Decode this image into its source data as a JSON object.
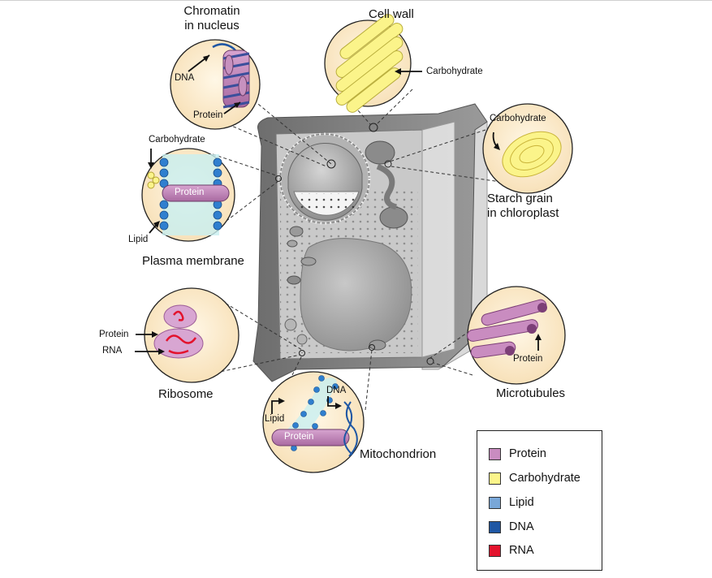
{
  "labels": {
    "chromatin_title": "Chromatin\nin nucleus",
    "chromatin_dna": "DNA",
    "chromatin_protein": "Protein",
    "cell_wall_title": "Cell wall",
    "cell_wall_carbohydrate": "Carbohydrate",
    "starch_carbohydrate": "Carbohydrate",
    "starch_title": "Starch grain\nin chloroplast",
    "pm_carbohydrate": "Carbohydrate",
    "pm_protein": "Protein",
    "pm_lipid": "Lipid",
    "pm_title": "Plasma membrane",
    "ribosome_protein": "Protein",
    "ribosome_rna": "RNA",
    "ribosome_title": "Ribosome",
    "mito_lipid": "Lipid",
    "mito_dna": "DNA",
    "mito_protein": "Protein",
    "mito_title": "Mitochondrion",
    "microtubule_protein": "Protein",
    "microtubule_title": "Microtubules"
  },
  "legend": [
    {
      "label": "Protein",
      "color": "#c98cc0"
    },
    {
      "label": "Carbohydrate",
      "color": "#fbf48a"
    },
    {
      "label": "Lipid",
      "color": "#79a7d8"
    },
    {
      "label": "DNA",
      "color": "#1f57a4"
    },
    {
      "label": "RNA",
      "color": "#e3132d"
    }
  ]
}
